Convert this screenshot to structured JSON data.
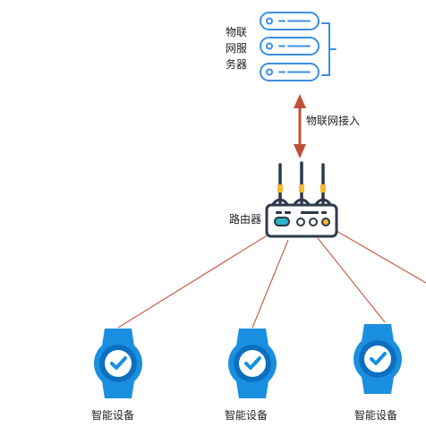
{
  "server": {
    "label": "物联网服务器"
  },
  "link": {
    "label": "物联网接入"
  },
  "router": {
    "label": "路由器"
  },
  "devices": [
    {
      "label": "智能设备"
    },
    {
      "label": "智能设备"
    },
    {
      "label": "智能设备"
    }
  ],
  "colors": {
    "server_outline": "#3b8fe0",
    "link_arrow": "#c0503a",
    "router_dark": "#2d3a4a",
    "router_antenna_tip": "#f5b82e",
    "router_led_teal": "#2cb6c9",
    "connection_line": "#c9604a",
    "device_blue": "#1a8fe0",
    "device_dark": "#0d6fc0"
  },
  "icons": [
    "server-icon",
    "router-icon",
    "smartwatch-icon",
    "checkmark-icon",
    "double-arrow-icon"
  ]
}
